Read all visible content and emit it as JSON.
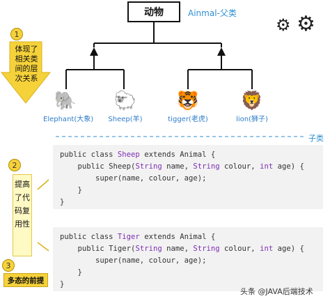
{
  "diagram": {
    "root_label": "动物",
    "root_tag": "Ainmal-父类",
    "subclass_tag": "子类",
    "hierarchy_note": "体现了相关类间的层次关系",
    "reuse_note": "提高了代码复用性",
    "premise_note": "多态的前提",
    "step_numbers": [
      "1",
      "2",
      "3"
    ],
    "animals": [
      {
        "emoji": "🐘",
        "label": "Elephant(大象)"
      },
      {
        "emoji": "🐑",
        "label": "Sheep(羊)"
      },
      {
        "emoji": "🐯",
        "label": "tigger(老虎)"
      },
      {
        "emoji": "🦁",
        "label": "lion(狮子)"
      }
    ],
    "gear_icons": [
      "⚙",
      "⚙"
    ]
  },
  "code_sheep": {
    "l1": {
      "a": "public class ",
      "b": "Sheep",
      "c": " extends Animal {"
    },
    "l2": {
      "a": "    public Sheep(",
      "b": "String",
      "c": " name, ",
      "d": "String",
      "e": " colour, ",
      "f": "int",
      "g": " age) {"
    },
    "l3": "        super(name, colour, age);",
    "l4": "    }",
    "l5": "}"
  },
  "code_tiger": {
    "l1": {
      "a": "public class ",
      "b": "Tiger",
      "c": " extends Animal {"
    },
    "l2": {
      "a": "    public Tiger(",
      "b": "String",
      "c": " name, ",
      "d": "String",
      "e": " colour, ",
      "f": "int",
      "g": " age) {"
    },
    "l3": "        super(name, colour, age);",
    "l4": "    }",
    "l5": "}"
  },
  "watermark": "头条 @JAVA后端技术"
}
